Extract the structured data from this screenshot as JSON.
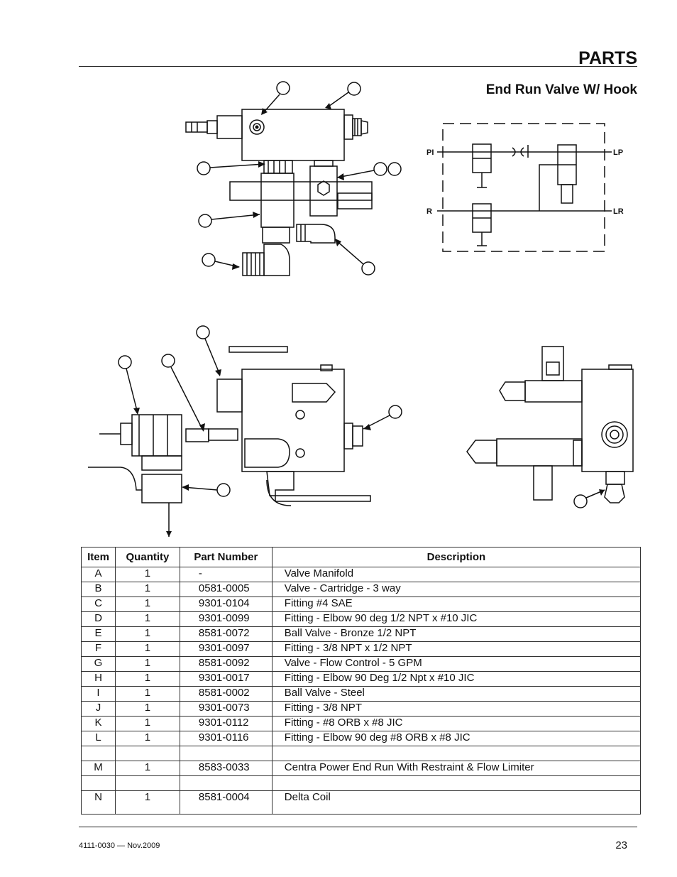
{
  "header": {
    "section": "PARTS",
    "subtitle": "End Run Valve W/ Hook"
  },
  "schematic": {
    "port_pi": "PI",
    "port_lp": "LP",
    "port_r": "R",
    "port_lr": "LR"
  },
  "table": {
    "headers": [
      "Item",
      "Quantity",
      "Part Number",
      "Description"
    ],
    "rows": [
      {
        "item": "A",
        "qty": "1",
        "part": "-",
        "desc": "Valve Manifold"
      },
      {
        "item": "B",
        "qty": "1",
        "part": "0581-0005",
        "desc": "Valve - Cartridge - 3 way"
      },
      {
        "item": "C",
        "qty": "1",
        "part": "9301-0104",
        "desc": "Fitting #4 SAE"
      },
      {
        "item": "D",
        "qty": "1",
        "part": "9301-0099",
        "desc": "Fitting - Elbow 90 deg 1/2 NPT x #10 JIC"
      },
      {
        "item": "E",
        "qty": "1",
        "part": "8581-0072",
        "desc": "Ball Valve - Bronze 1/2 NPT"
      },
      {
        "item": "F",
        "qty": "1",
        "part": "9301-0097",
        "desc": "Fitting - 3/8 NPT x 1/2 NPT"
      },
      {
        "item": "G",
        "qty": "1",
        "part": "8581-0092",
        "desc": "Valve - Flow Control - 5 GPM"
      },
      {
        "item": "H",
        "qty": "1",
        "part": "9301-0017",
        "desc": "Fitting - Elbow 90 Deg 1/2 Npt x #10 JIC"
      },
      {
        "item": "I",
        "qty": "1",
        "part": "8581-0002",
        "desc": "Ball Valve - Steel"
      },
      {
        "item": "J",
        "qty": "1",
        "part": "9301-0073",
        "desc": "Fitting - 3/8 NPT"
      },
      {
        "item": "K",
        "qty": "1",
        "part": "9301-0112",
        "desc": "Fitting - #8 ORB x #8 JIC"
      },
      {
        "item": "L",
        "qty": "1",
        "part": "9301-0116",
        "desc": "Fitting - Elbow 90 deg #8 ORB x #8 JIC"
      },
      {
        "item": "M",
        "qty": "1",
        "part": "8583-0033",
        "desc": "Centra Power End Run With Restraint & Flow Limiter"
      },
      {
        "item": "N",
        "qty": "1",
        "part": "8581-0004",
        "desc": "Delta Coil"
      }
    ]
  },
  "footer": {
    "doc_number": "4111-0030 — Nov.2009",
    "page_number": "23"
  }
}
